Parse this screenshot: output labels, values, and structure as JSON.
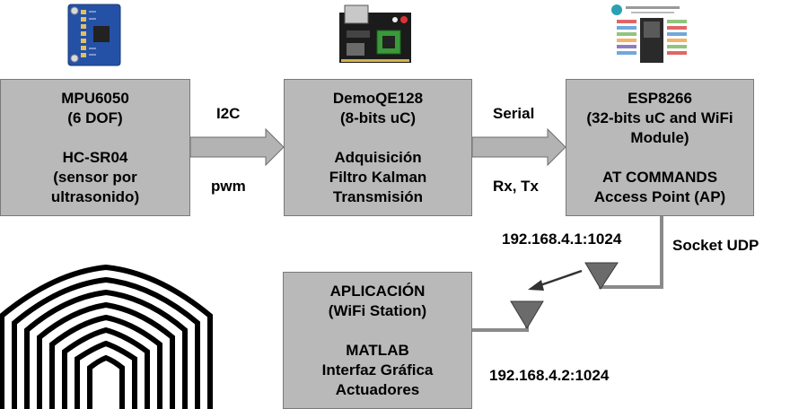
{
  "blocks": {
    "sensors": {
      "lines_top": [
        "MPU6050",
        "(6 DOF)"
      ],
      "lines_bottom": [
        "HC-SR04",
        "(sensor por",
        "ultrasonido)"
      ]
    },
    "mcu": {
      "lines_top": [
        "DemoQE128",
        "(8-bits uC)"
      ],
      "lines_bottom": [
        "Adquisición",
        "Filtro Kalman",
        "Transmisión"
      ]
    },
    "wifi": {
      "lines_top": [
        "ESP8266",
        "(32-bits uC and WiFi",
        "Module)"
      ],
      "lines_bottom": [
        "AT COMMANDS",
        "Access Point (AP)"
      ]
    },
    "app": {
      "lines_top": [
        "APLICACIÓN",
        "(WiFi Station)"
      ],
      "lines_bottom": [
        "MATLAB",
        "Interfaz Gráfica",
        "Actuadores"
      ]
    }
  },
  "links": {
    "sensors_to_mcu": {
      "top_label": "I2C",
      "bottom_label": "pwm"
    },
    "mcu_to_wifi": {
      "top_label": "Serial",
      "bottom_label": "Rx, Tx"
    }
  },
  "network": {
    "ap_address": "192.168.4.1:1024",
    "socket_label": "Socket UDP",
    "station_address": "192.168.4.2:1024"
  },
  "colors": {
    "box_fill": "#b9b9b9",
    "box_border": "#7a7a7a",
    "arrow_fill": "#b3b3b3",
    "board_blue": "#1f4fa0",
    "board_green": "#2e7d32"
  }
}
